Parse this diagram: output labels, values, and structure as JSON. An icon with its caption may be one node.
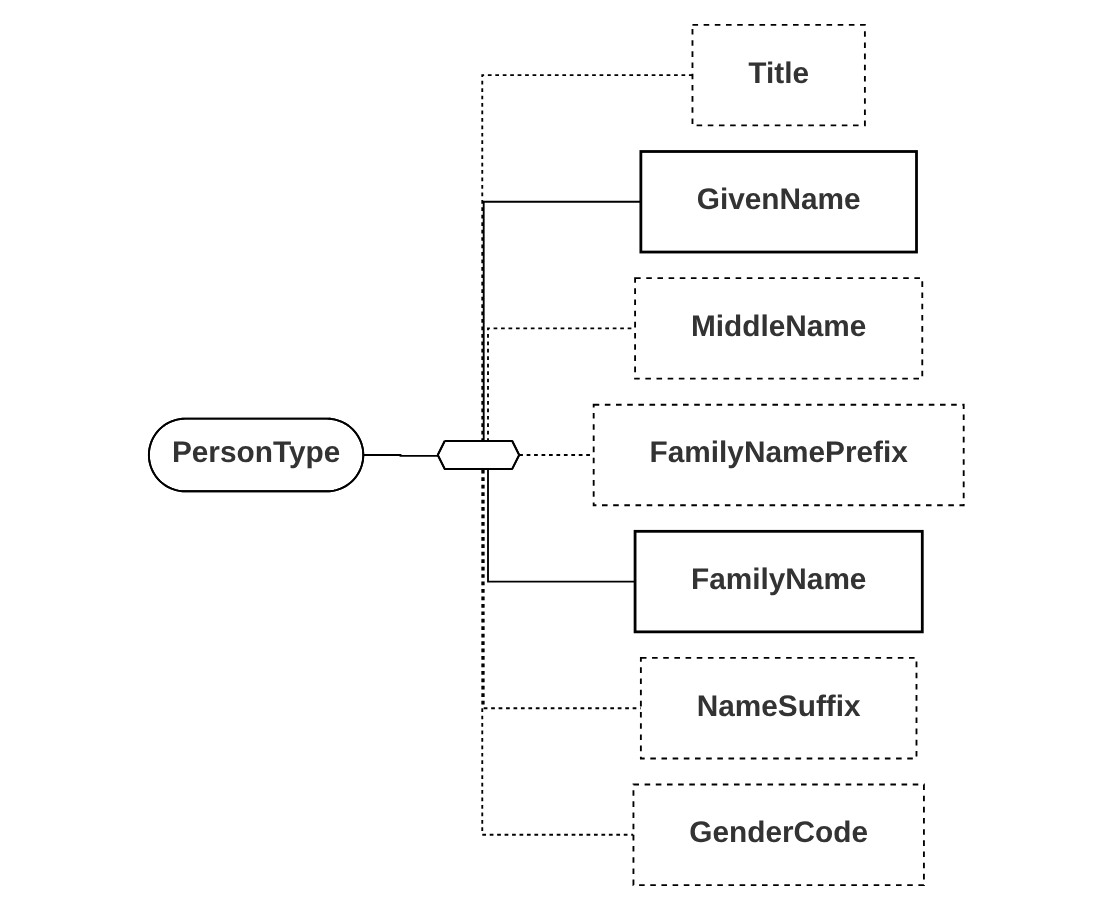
{
  "diagram": {
    "nodes": [
      {
        "text": [
          "PersonType"
        ]
      },
      {
        "text": [],
        "shape": "octagon"
      },
      {
        "text": [
          "Title"
        ]
      },
      {
        "text": [
          "GivenName"
        ]
      },
      {
        "text": [
          "MiddleName"
        ]
      },
      {
        "text": [
          "FamilyNamePrefix"
        ]
      },
      {
        "text": [
          "FamilyName"
        ]
      },
      {
        "text": [
          "NameSuffix"
        ]
      },
      {
        "text": [
          "GenderCode"
        ]
      }
    ],
    "edges": [
      {
        "from": 0,
        "to": 1,
        "arrow": "none"
      },
      {
        "from": 1,
        "to": 2,
        "arrow": "none",
        "style": "dashed"
      },
      {
        "from": 1,
        "to": 3,
        "arrow": "none"
      },
      {
        "from": 1,
        "to": 4,
        "arrow": "none",
        "style": "dashed"
      },
      {
        "from": 1,
        "to": 5,
        "arrow": "none",
        "style": "dashed"
      },
      {
        "from": 1,
        "to": 6,
        "arrow": "none"
      },
      {
        "from": 1,
        "to": 7,
        "arrow": "none",
        "style": "dashed"
      },
      {
        "from": 1,
        "to": 8,
        "arrow": "none",
        "style": "dashed"
      }
    ]
  }
}
